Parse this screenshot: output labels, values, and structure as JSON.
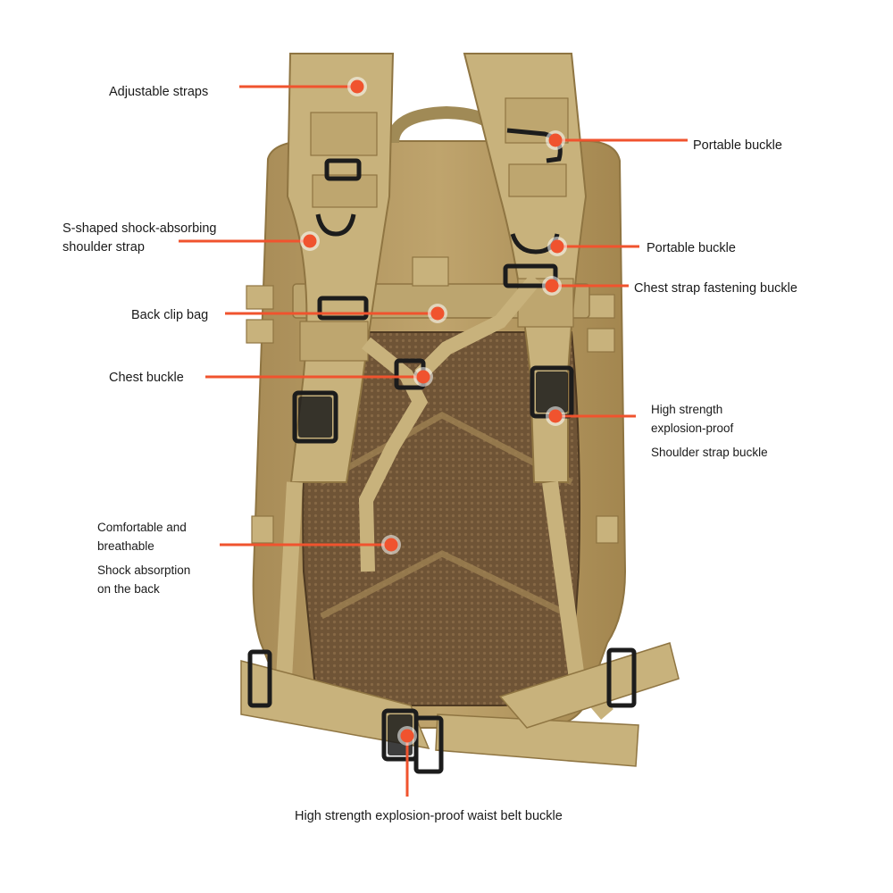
{
  "colors": {
    "leader": "#f0532e",
    "dot": "#f0532e",
    "canvas": "#ffffff",
    "text": "#1a1a1a",
    "bag_body": "#b79b64",
    "bag_shadow": "#8f7542",
    "strap": "#c8b27c",
    "strap_dark": "#a08a56",
    "mesh": "#6f5436",
    "mesh_light": "#866845",
    "hardware": "#1c1c1c"
  },
  "illustration": {
    "subject": "tactical backpack back view",
    "icon": "backpack-icon"
  },
  "labels": {
    "adjustable_straps": "Adjustable straps",
    "portable_buckle_top": "Portable buckle",
    "s_shaped_line1": "S-shaped shock-absorbing",
    "s_shaped_line2": "shoulder strap",
    "portable_buckle_mid": "Portable buckle",
    "chest_strap_fastening": "Chest strap fastening buckle",
    "back_clip_bag": "Back clip bag",
    "chest_buckle": "Chest buckle",
    "high_strength_line1": "High strength",
    "high_strength_line2": "explosion-proof",
    "high_strength_line3": "Shoulder strap buckle",
    "comfortable_line1": "Comfortable and",
    "comfortable_line2": "breathable",
    "comfortable_line3": "Shock absorption",
    "comfortable_line4": "on the back",
    "waist_belt_buckle": "High strength explosion-proof waist belt buckle"
  }
}
